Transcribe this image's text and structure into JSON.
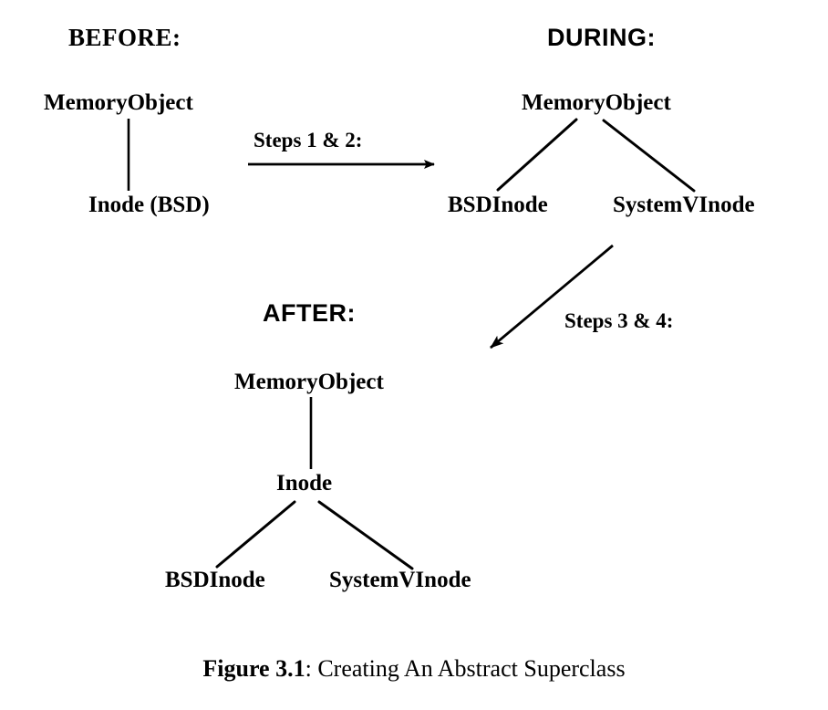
{
  "figure": {
    "caption_label": "Figure 3.1",
    "caption_separator": ":",
    "caption_text": "Creating An Abstract Superclass",
    "background_color": "#ffffff",
    "ink_color": "#000000"
  },
  "sections": {
    "before": {
      "heading": "BEFORE:",
      "nodes": {
        "root": "MemoryObject",
        "child": "Inode (BSD)"
      }
    },
    "during": {
      "heading": "DURING:",
      "nodes": {
        "root": "MemoryObject",
        "left_child": "BSDInode",
        "right_child": "SystemVInode"
      }
    },
    "after": {
      "heading": "AFTER:",
      "nodes": {
        "root": "MemoryObject",
        "middle": "Inode",
        "left_child": "BSDInode",
        "right_child": "SystemVInode"
      }
    }
  },
  "arrows": {
    "steps_1_2": {
      "label": "Steps 1 & 2:",
      "direction": "right"
    },
    "steps_3_4": {
      "label": "Steps 3 & 4:",
      "direction": "down-left"
    }
  }
}
